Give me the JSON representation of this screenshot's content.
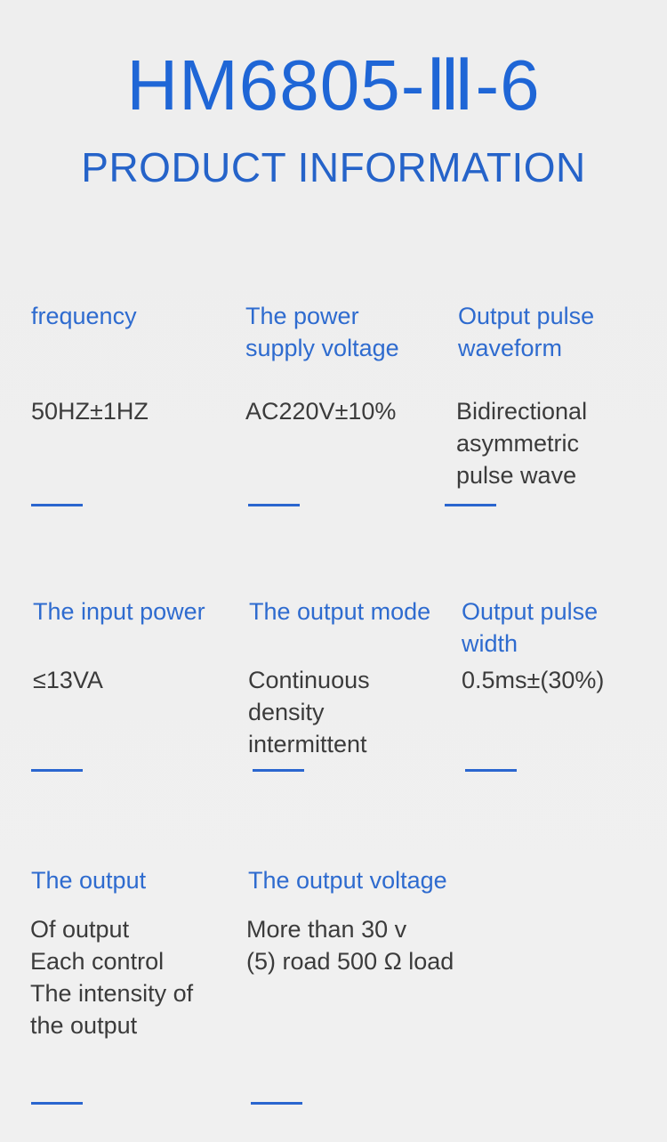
{
  "header": {
    "model": "HM6805-Ⅲ-6",
    "subtitle": "PRODUCT INFORMATION"
  },
  "specs": [
    {
      "label": [
        "frequency"
      ],
      "value": [
        "50HZ±1HZ"
      ]
    },
    {
      "label": [
        "The power",
        "supply voltage"
      ],
      "value": [
        "AC220V±10%"
      ]
    },
    {
      "label": [
        "Output pulse",
        "waveform"
      ],
      "value": [
        "Bidirectional",
        "asymmetric",
        "pulse wave"
      ]
    },
    {
      "label": [
        "The input power"
      ],
      "value": [
        "≤13VA"
      ]
    },
    {
      "label": [
        "The output mode"
      ],
      "value": [
        "Continuous",
        "density",
        "intermittent"
      ]
    },
    {
      "label": [
        "Output pulse",
        "width"
      ],
      "value": [
        "0.5ms±(30%)"
      ]
    },
    {
      "label": [
        "The output"
      ],
      "value": [
        "Of output",
        "Each control",
        "The intensity of",
        "the output"
      ]
    },
    {
      "label": [
        "The output voltage"
      ],
      "value": [
        "More than 30 v",
        "(5) road 500 Ω load"
      ]
    }
  ],
  "colors": {
    "accent": "#1f66d6",
    "label": "#2e6bcf",
    "text": "#3b3b3b",
    "background": "#efefef"
  }
}
